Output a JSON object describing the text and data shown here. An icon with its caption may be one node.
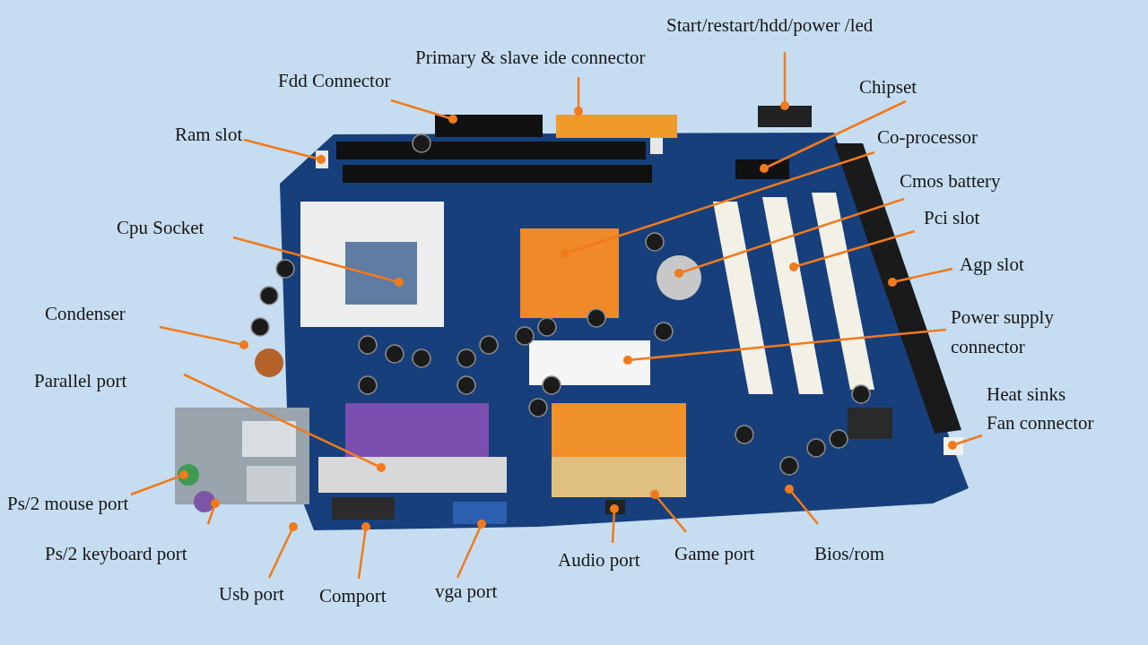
{
  "diagram": {
    "nodes": [
      {
        "text": [
          "Start/restart/hdd/power /led"
        ]
      },
      {
        "text": [
          "Primary & slave ide connector"
        ]
      },
      {
        "text": [
          "Fdd Connector"
        ]
      },
      {
        "text": [
          "Chipset"
        ]
      },
      {
        "text": [
          "Ram slot"
        ]
      },
      {
        "text": [
          "Co-processor"
        ]
      },
      {
        "text": [
          "Cmos battery"
        ]
      },
      {
        "text": [
          "Cpu Socket"
        ]
      },
      {
        "text": [
          "Pci slot"
        ]
      },
      {
        "text": [
          "Agp slot"
        ]
      },
      {
        "text": [
          "Condenser"
        ]
      },
      {
        "text": [
          "Power supply connector"
        ]
      },
      {
        "text": [
          "Parallel port"
        ]
      },
      {
        "text": [
          "Fan connector"
        ]
      },
      {
        "text": [
          "Ps/2 mouse port"
        ]
      },
      {
        "text": [
          "Ps/2 keyboard port"
        ]
      },
      {
        "text": [
          "Usb port"
        ]
      },
      {
        "text": [
          "Comport"
        ]
      },
      {
        "text": [
          "vga port"
        ]
      },
      {
        "text": [
          "Audio port"
        ]
      },
      {
        "text": [
          "Game port"
        ]
      },
      {
        "text": [
          "Bios/rom"
        ]
      }
    ],
    "edges": [
      {
        "from": 0,
        "to": null,
        "arrow": "other"
      },
      {
        "from": 1,
        "to": null,
        "arrow": "other"
      },
      {
        "from": 2,
        "to": null,
        "arrow": "other"
      },
      {
        "from": 3,
        "to": null,
        "arrow": "other"
      },
      {
        "from": 4,
        "to": null,
        "arrow": "other"
      },
      {
        "from": 5,
        "to": null,
        "arrow": "other"
      },
      {
        "from": 6,
        "to": null,
        "arrow": "other"
      },
      {
        "from": 7,
        "to": null,
        "arrow": "other"
      },
      {
        "from": 8,
        "to": null,
        "arrow": "other"
      },
      {
        "from": 9,
        "to": null,
        "arrow": "other"
      },
      {
        "from": 10,
        "to": null,
        "arrow": "other"
      },
      {
        "from": 11,
        "to": null,
        "arrow": "other"
      },
      {
        "from": 12,
        "to": null,
        "arrow": "other"
      },
      {
        "from": 13,
        "to": null,
        "arrow": "other"
      },
      {
        "from": 14,
        "to": null,
        "arrow": "other"
      },
      {
        "from": 15,
        "to": null,
        "arrow": "other"
      },
      {
        "from": 16,
        "to": null,
        "arrow": "other"
      },
      {
        "from": 17,
        "to": null,
        "arrow": "other"
      },
      {
        "from": 18,
        "to": null,
        "arrow": "other"
      },
      {
        "from": 19,
        "to": null,
        "arrow": "other"
      },
      {
        "from": 20,
        "to": null,
        "arrow": "other"
      },
      {
        "from": 21,
        "to": null,
        "arrow": "other"
      }
    ],
    "labels": [
      "Heat sinks"
    ]
  }
}
